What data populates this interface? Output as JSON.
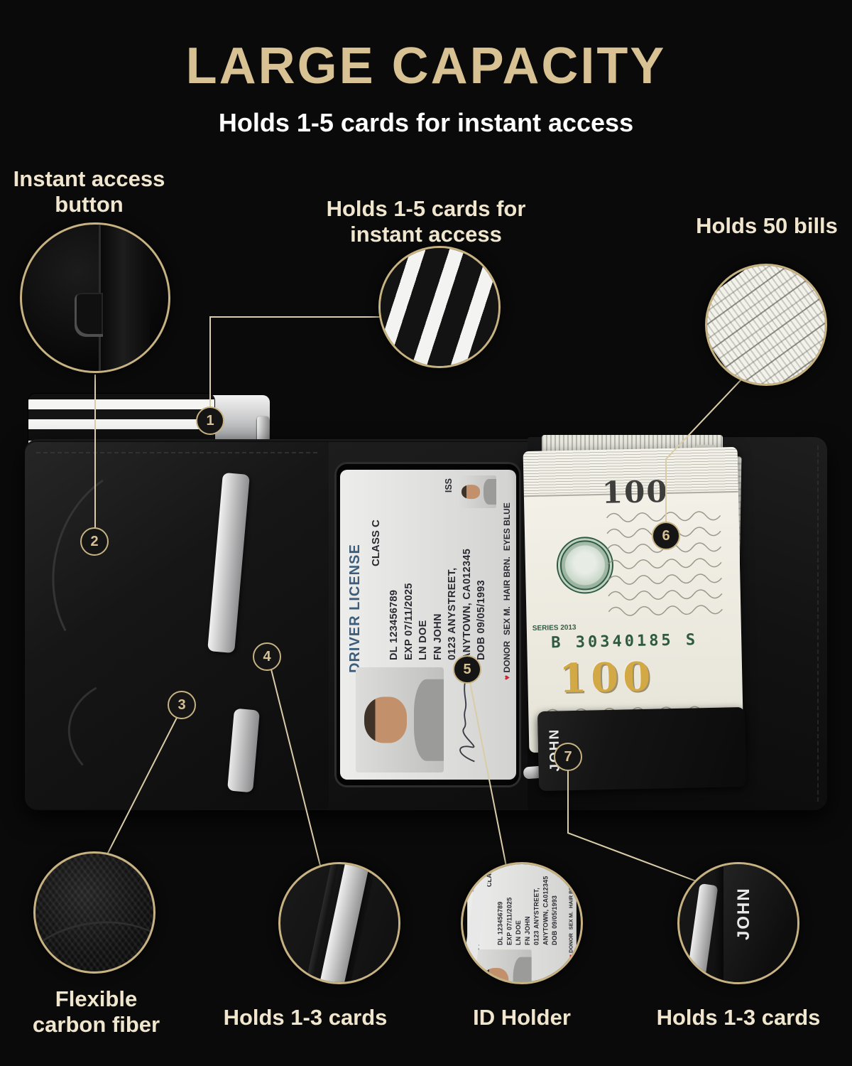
{
  "header": {
    "title": "LARGE CAPACITY",
    "subtitle": "Holds 1-5 cards for instant access"
  },
  "callouts": {
    "cards_instant": {
      "number": "1",
      "line1": "Holds 1-5 cards for",
      "line2": "instant access"
    },
    "instant_button": {
      "number": "2",
      "line1": "Instant access",
      "line2": "button"
    },
    "carbon_fiber": {
      "number": "3",
      "line1": "Flexible",
      "line2": "carbon fiber"
    },
    "cards_left": {
      "number": "4",
      "label": "Holds 1-3 cards"
    },
    "id_holder": {
      "number": "5",
      "label": "ID Holder"
    },
    "bills": {
      "number": "6",
      "label": "Holds 50 bills"
    },
    "cards_right": {
      "number": "7",
      "label": "Holds 1-3 cards"
    }
  },
  "license": {
    "title": "DRIVER LICENSE",
    "class": "CLASS C",
    "dl": "DL 123456789",
    "exp": "EXP 07/11/2025",
    "ln": "LN DOE",
    "fn": "FN JOHN",
    "address1": "0123 ANYSTREET,",
    "address2": "ANYTOWN, CA012345",
    "dob": "DOB 09/05/1993",
    "donor": "DONOR",
    "donor_heart": "♥",
    "sex": "SEX M.",
    "hair": "HAIR BRN.",
    "eyes": "EYES BLUE",
    "iss": "ISS"
  },
  "bill": {
    "series": "SERIES 2013",
    "serial": "B 30340185 S",
    "denomination": "100"
  },
  "card": {
    "name": "JOHN"
  },
  "colors": {
    "accent_gold": "#d8c192",
    "circle_border": "#c7b282",
    "leader_line": "#d9cca8",
    "label_cream": "#f0e6ce",
    "background": "#0a0a0a"
  }
}
